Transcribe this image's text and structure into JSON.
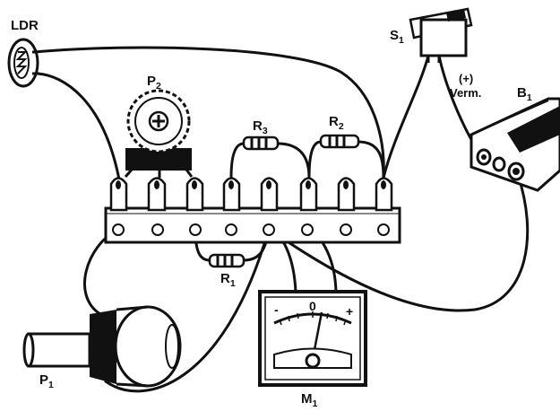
{
  "labels": {
    "ldr": "LDR",
    "p2": {
      "main": "P",
      "sub": "2"
    },
    "s1": {
      "main": "S",
      "sub": "1"
    },
    "polarity": "(+)",
    "verm": "Verm.",
    "b1": {
      "main": "B",
      "sub": "1"
    },
    "r3": {
      "main": "R",
      "sub": "3"
    },
    "r2": {
      "main": "R",
      "sub": "2"
    },
    "r1": {
      "main": "R",
      "sub": "1"
    },
    "p1": {
      "main": "P",
      "sub": "1"
    },
    "m1": {
      "main": "M",
      "sub": "1"
    }
  },
  "meter_scale": {
    "minus": "-",
    "zero": "0",
    "plus": "+"
  },
  "colors": {
    "ink": "#111111",
    "paper": "#ffffff",
    "shade": "#cfcfcf"
  }
}
